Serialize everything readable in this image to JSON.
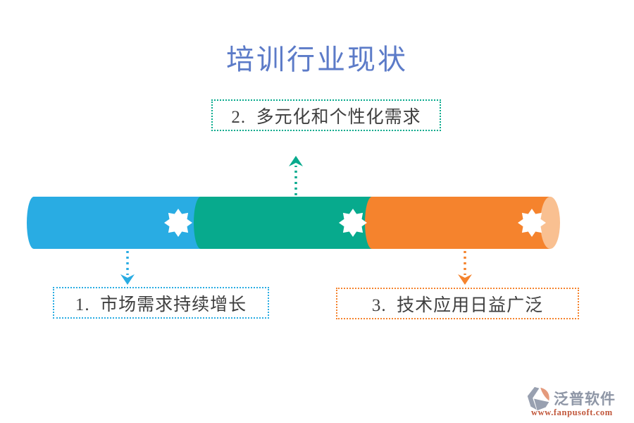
{
  "title": {
    "text": "培训行业现状"
  },
  "boxes": [
    {
      "label": "1.  市场需求持续增长",
      "accent": "blue"
    },
    {
      "label": "2.  多元化和个性化需求",
      "accent": "green"
    },
    {
      "label": "3.  技术应用日益广泛",
      "accent": "orange"
    }
  ],
  "logo": {
    "name": "泛普软件",
    "url": "www.fanpusoft.com"
  },
  "icons": {
    "segment_badge": "eight-point-star",
    "logo_mark": "fanpu-gem"
  },
  "colors": {
    "blue": "#29ace3",
    "green": "#07aa8d",
    "orange": "#f5832d",
    "orange-light": "#f9c091",
    "title-blue": "#5c7bc8",
    "text-dark": "#3f3f3f",
    "logo-gray": "#8e96a6",
    "logo-red": "#c1573b"
  }
}
